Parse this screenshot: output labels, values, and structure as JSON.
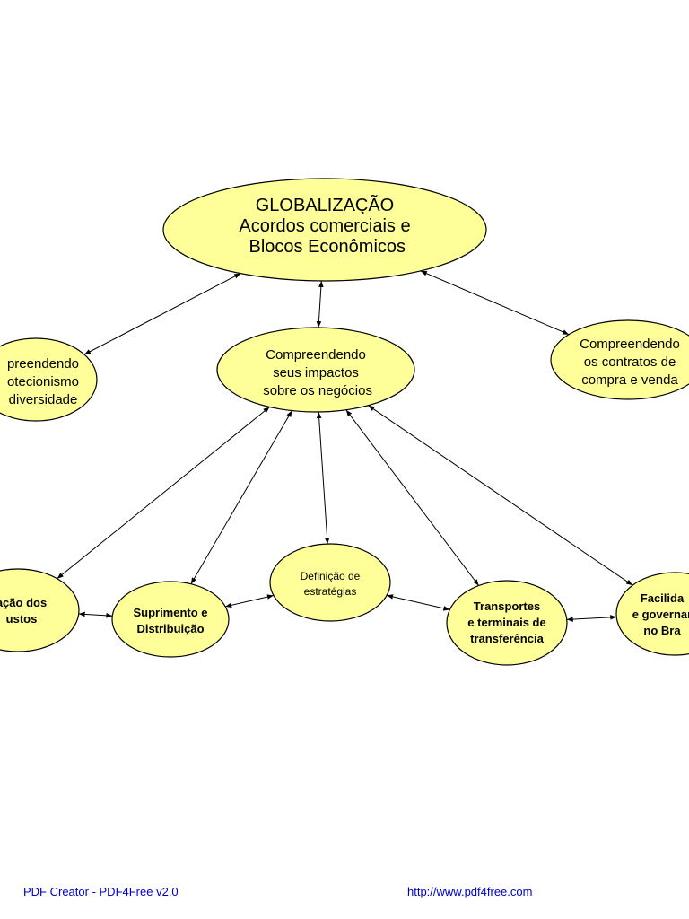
{
  "diagram": {
    "nodes": [
      {
        "id": "globalizacao",
        "lines": [
          "GLOBALIZAÇÃO",
          "Acordos comerciais e",
          " Blocos Econômicos"
        ]
      },
      {
        "id": "protecionismo",
        "lines": [
          "preendendo",
          "otecionismo",
          "diversidade"
        ]
      },
      {
        "id": "impactos",
        "lines": [
          "Compreendendo",
          "seus impactos",
          " sobre os negócios"
        ]
      },
      {
        "id": "contratos",
        "lines": [
          "Compreendendo",
          "os contratos de",
          "compra e venda"
        ]
      },
      {
        "id": "custos",
        "lines": [
          "ação dos",
          "ustos"
        ]
      },
      {
        "id": "suprimento",
        "lines": [
          "Suprimento e",
          "Distribuição"
        ]
      },
      {
        "id": "estrategias",
        "lines": [
          "Definição de",
          "estratégias"
        ]
      },
      {
        "id": "transportes",
        "lines": [
          "Transportes",
          "e terminais de",
          "transferência"
        ]
      },
      {
        "id": "facilidades",
        "lines": [
          "Facilida",
          "e governar",
          "no Bra"
        ]
      }
    ],
    "edges": [
      {
        "from": "globalizacao",
        "to": "protecionismo"
      },
      {
        "from": "globalizacao",
        "to": "impactos"
      },
      {
        "from": "globalizacao",
        "to": "contratos"
      },
      {
        "from": "impactos",
        "to": "custos"
      },
      {
        "from": "impactos",
        "to": "suprimento"
      },
      {
        "from": "impactos",
        "to": "estrategias"
      },
      {
        "from": "impactos",
        "to": "transportes"
      },
      {
        "from": "impactos",
        "to": "facilidades"
      },
      {
        "from": "custos",
        "to": "suprimento"
      },
      {
        "from": "suprimento",
        "to": "estrategias"
      },
      {
        "from": "estrategias",
        "to": "transportes"
      },
      {
        "from": "transportes",
        "to": "facilidades"
      }
    ]
  },
  "footer": {
    "creator": "PDF Creator - PDF4Free v2.0",
    "url": "http://www.pdf4free.com"
  }
}
